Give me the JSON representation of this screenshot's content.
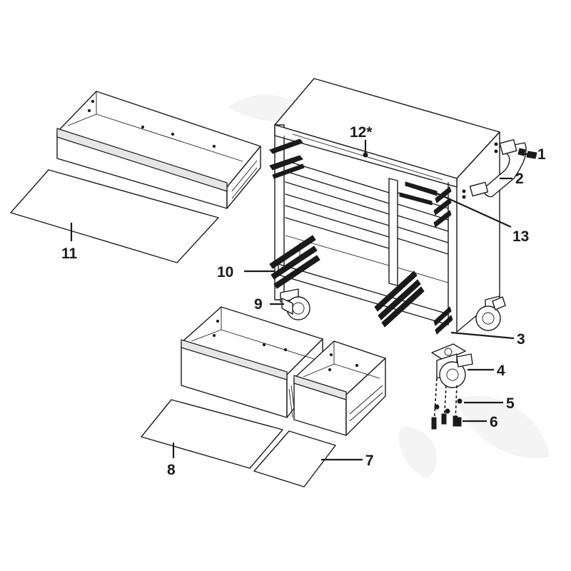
{
  "labels": {
    "p1": "1",
    "p2": "2",
    "p3": "3",
    "p4": "4",
    "p5": "5",
    "p6": "6",
    "p7": "7",
    "p8": "8",
    "p9": "9",
    "p10": "10",
    "p11": "11",
    "p12": "12*",
    "p13": "13"
  }
}
